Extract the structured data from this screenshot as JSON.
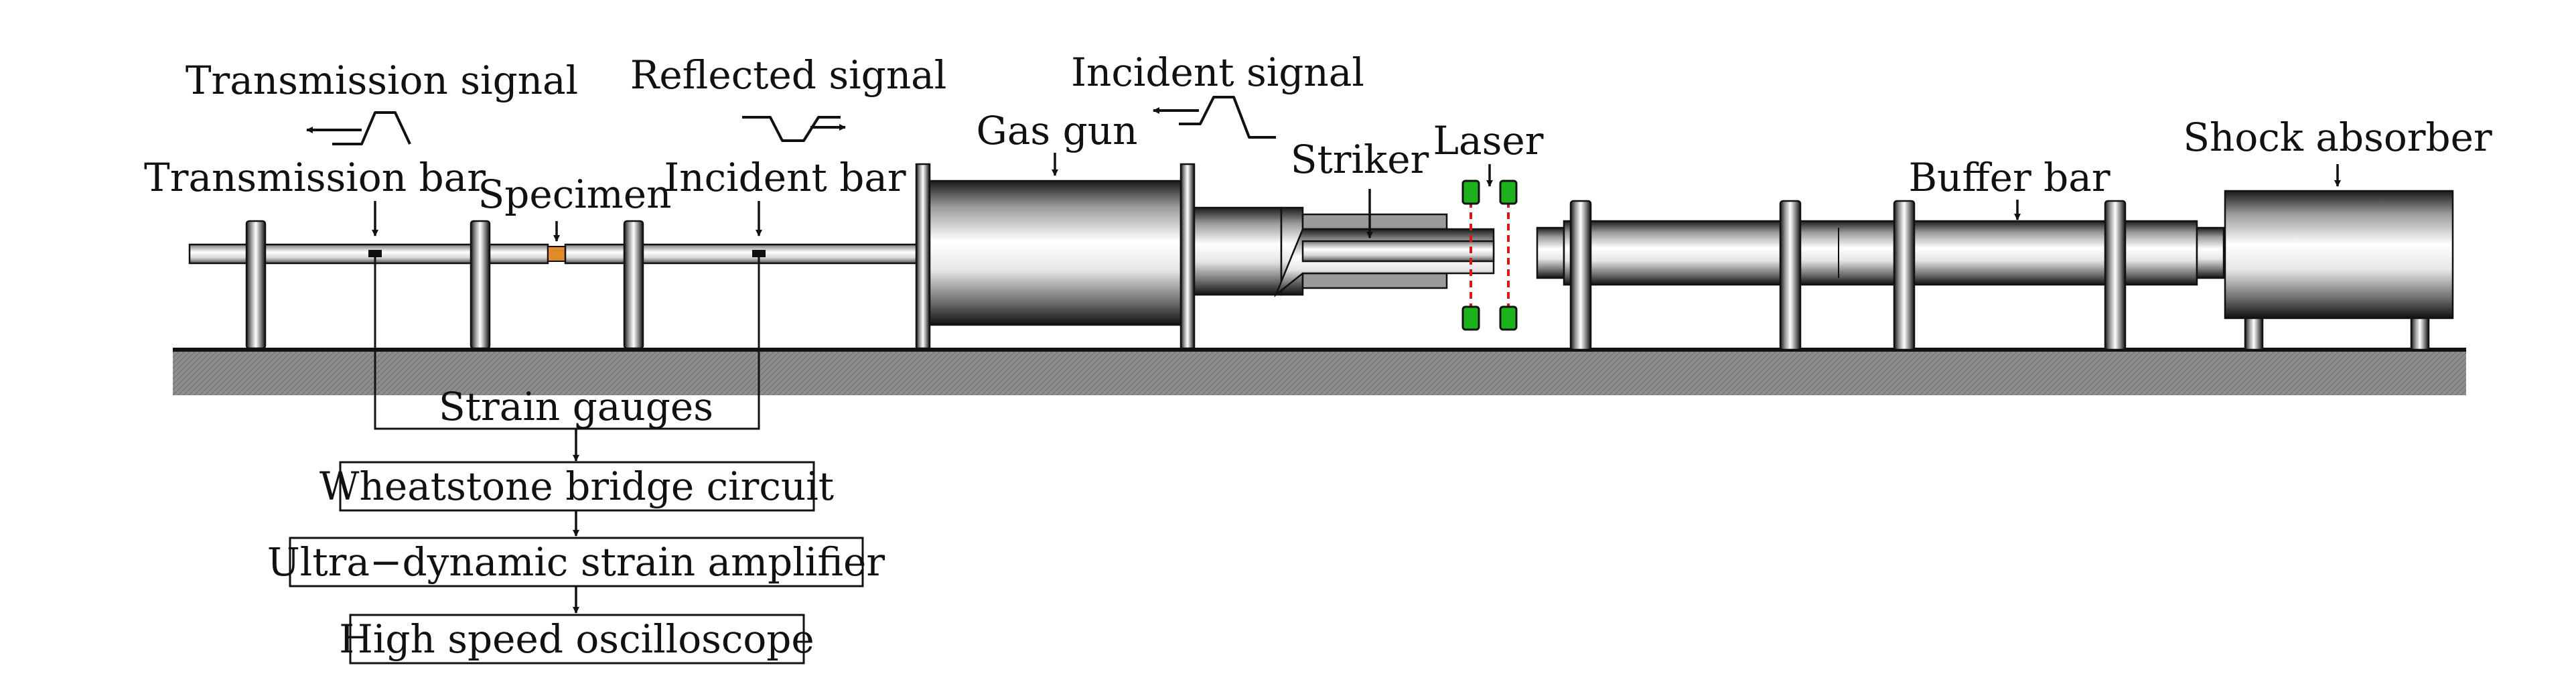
{
  "labels": {
    "transmission_signal": "Transmission signal",
    "reflected_signal": "Reflected signal",
    "incident_signal": "Incident signal",
    "gas_gun": "Gas gun",
    "transmission_bar": "Transmission bar",
    "specimen": "Specimen",
    "incident_bar": "Incident bar",
    "striker": "Striker",
    "laser": "Laser",
    "buffer_bar": "Buffer bar",
    "shock_absorber": "Shock absorber",
    "strain_gauges": "Strain gauges"
  },
  "chain": [
    "Wheatstone bridge circuit",
    "Ultra−dynamic strain amplifier",
    "High speed oscilloscope"
  ],
  "colors": {
    "specimen": "#e08a2a",
    "laser_sensor": "#1db31d",
    "laser_beam": "#d11a1a",
    "ground": "#8a8a8a",
    "outline": "#111111"
  }
}
